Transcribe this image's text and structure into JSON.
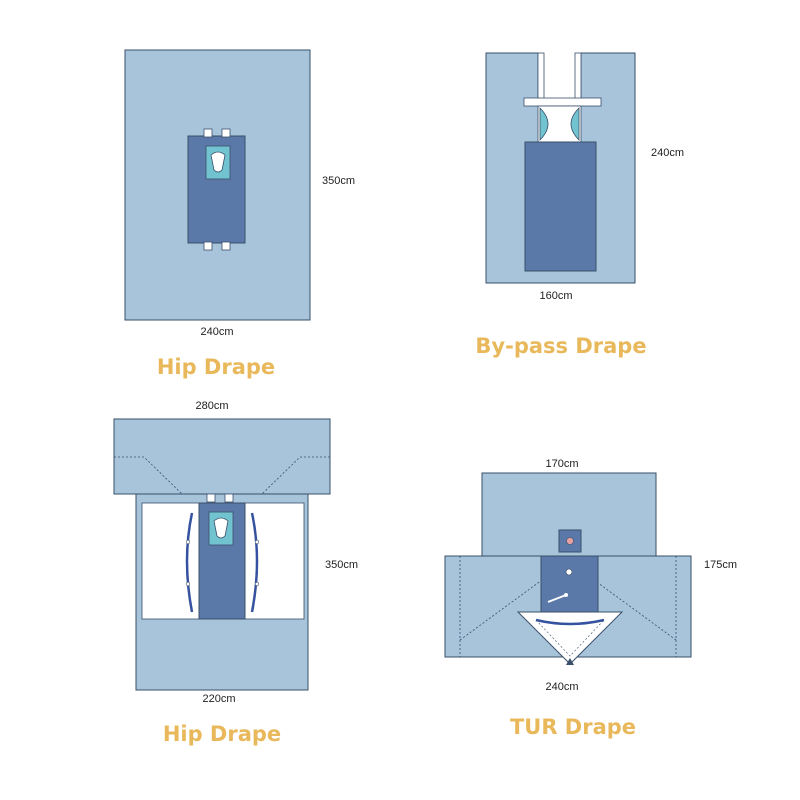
{
  "colors": {
    "drape": "#a7c4db",
    "panel": "#5b79a8",
    "window": "#70c3cf",
    "outline": "#3a4f6a",
    "title": "#e8b85a",
    "white": "#ffffff"
  },
  "drapes": [
    {
      "title": "Hip Drape",
      "width": "240cm",
      "height": "350cm"
    },
    {
      "title": "By-pass Drape",
      "width": "160cm",
      "height": "240cm"
    },
    {
      "title": "Hip Drape",
      "top_width": "280cm",
      "bottom_width": "220cm",
      "height": "350cm"
    },
    {
      "title": "TUR Drape",
      "top_width": "170cm",
      "bottom_width": "240cm",
      "height": "175cm"
    }
  ]
}
